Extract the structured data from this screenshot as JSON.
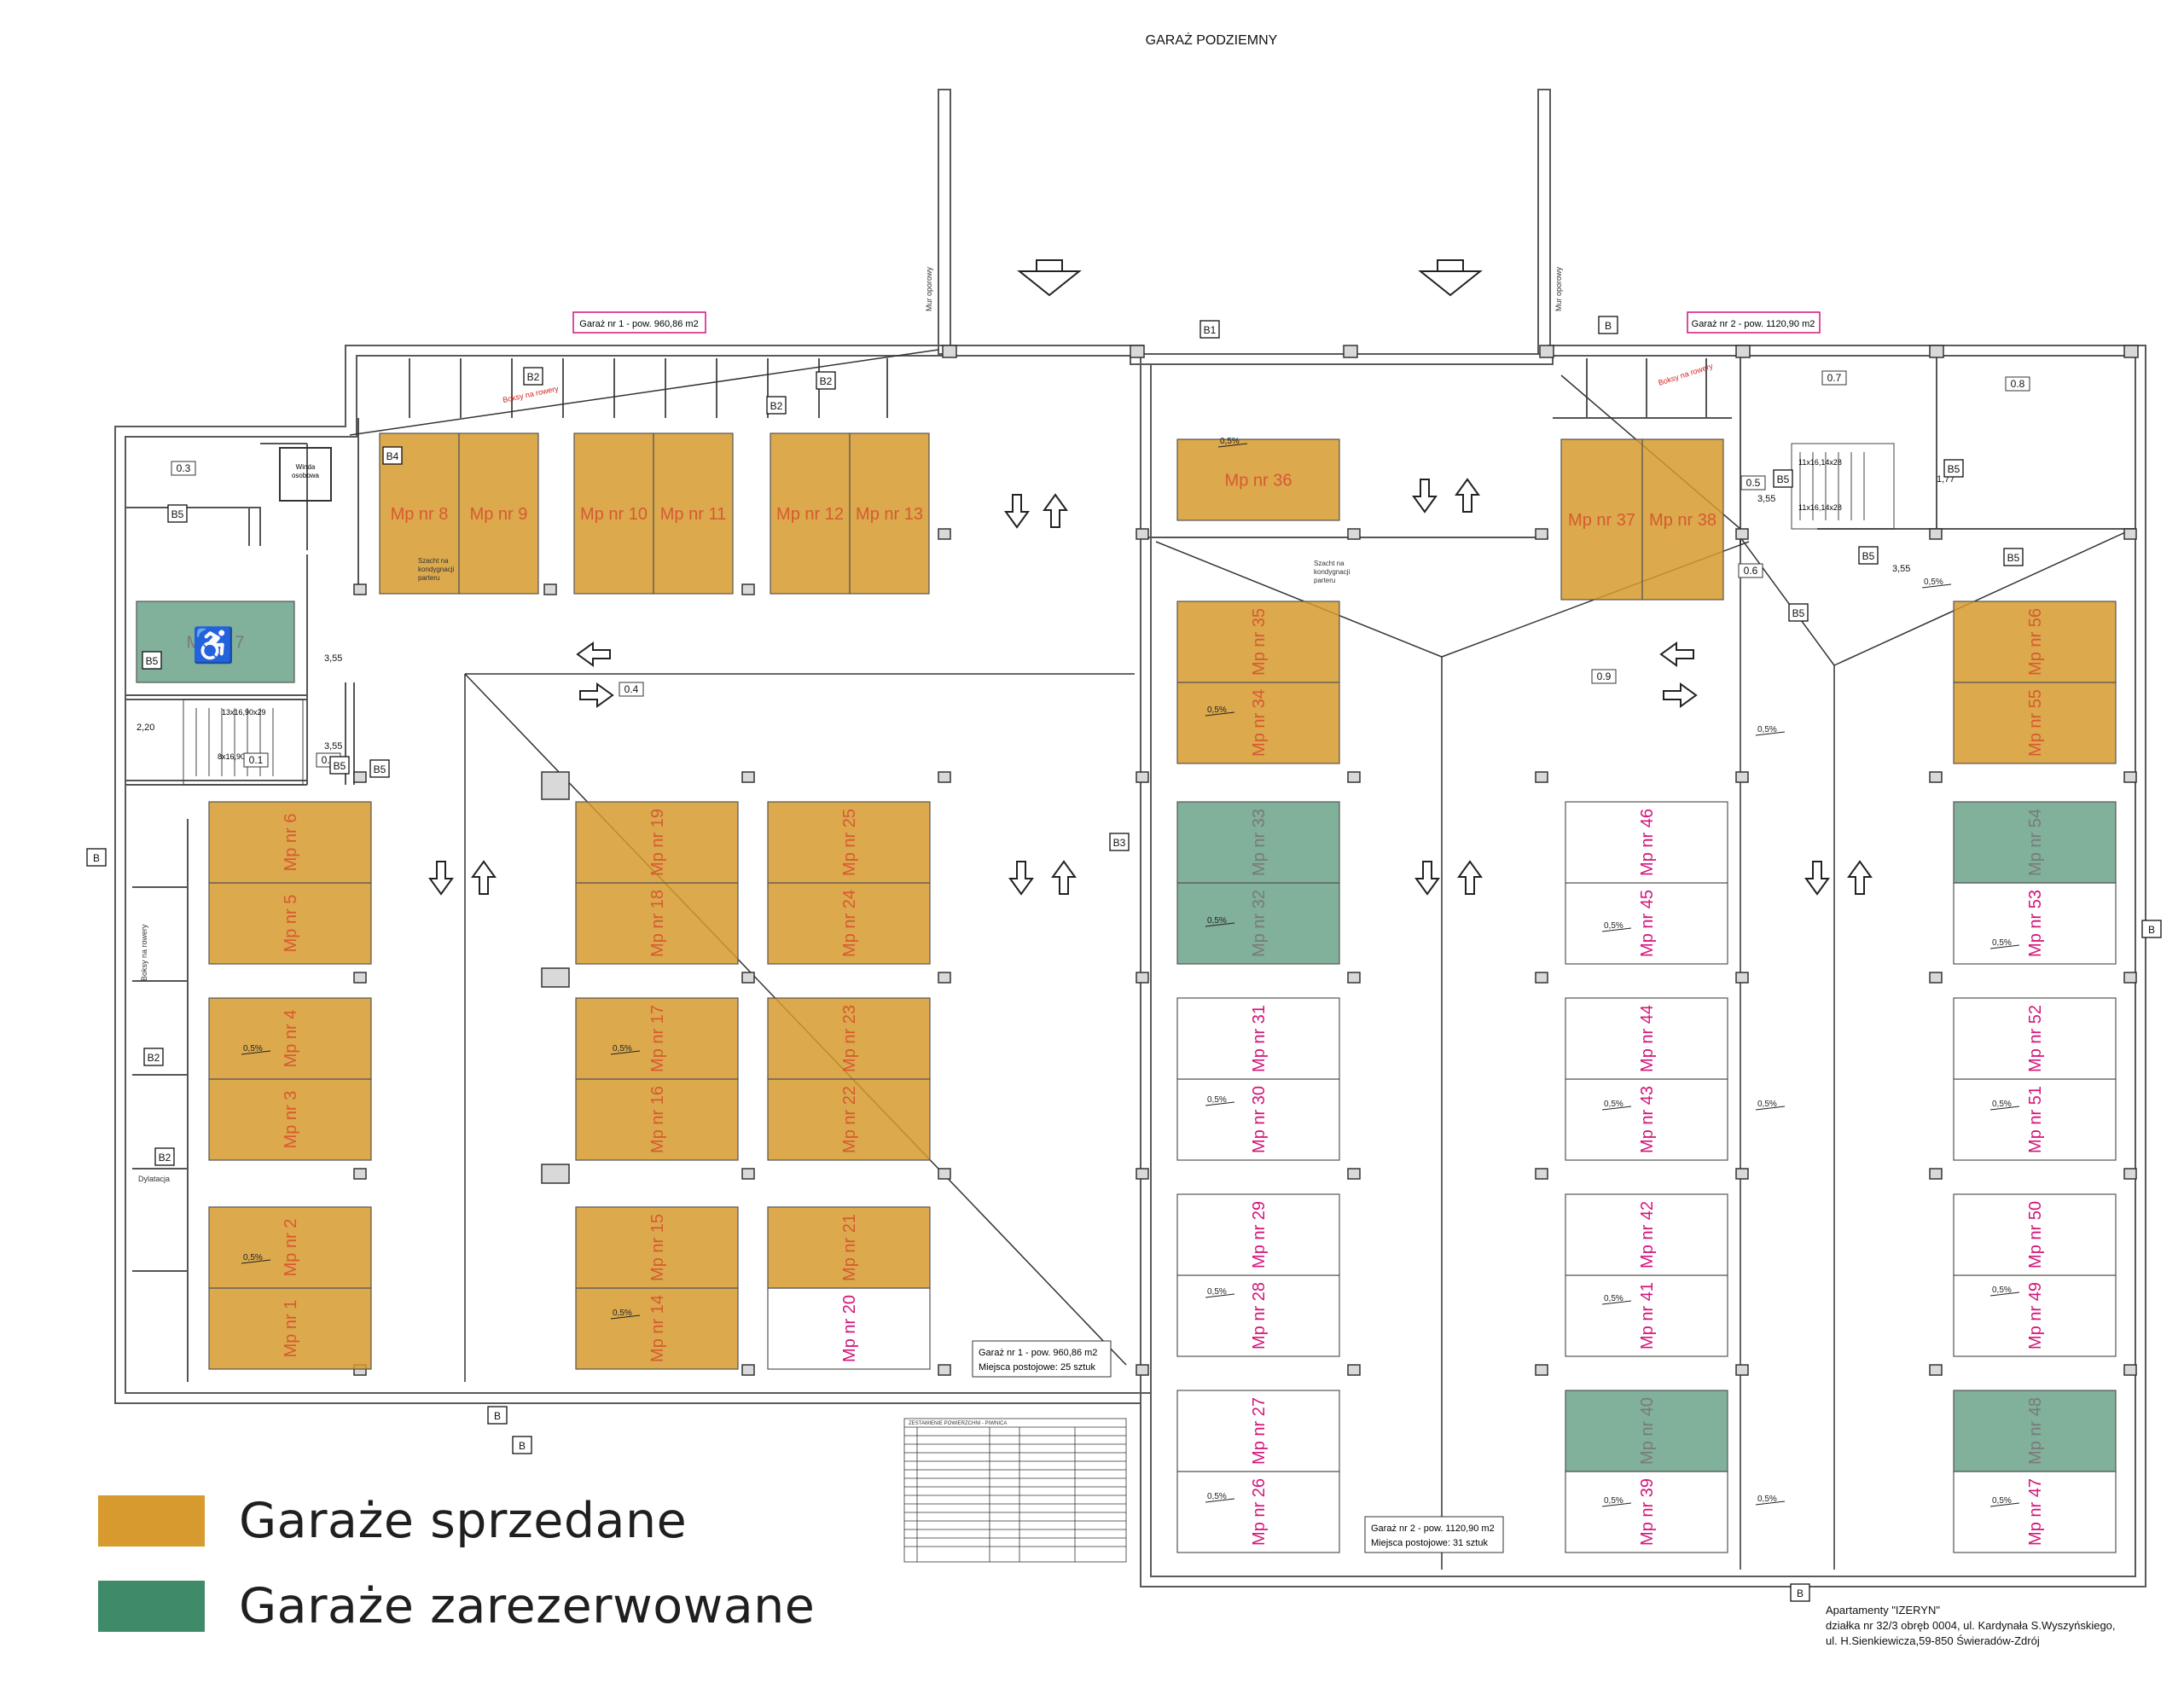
{
  "title": "GARAŻ PODZIEMNY",
  "colors": {
    "sold": "#d69a2e",
    "reserved": "#4b8f70",
    "label_on_white": "#d4147a",
    "label_on_fill": "#d65a32",
    "wall": "#555555",
    "line": "#333333"
  },
  "legend": [
    {
      "label": "Garaże sprzedane",
      "color": "#d69a2e"
    },
    {
      "label": "Garaże zarezerwowane",
      "color": "#3f8a68"
    }
  ],
  "garage_boxes": [
    {
      "text": "Garaż nr 1 - pow. 960,86 m2"
    },
    {
      "text": "Garaż nr 2 - pow. 1120,90 m2"
    }
  ],
  "garage_info": [
    {
      "line1": "Garaż nr 1 - pow. 960,86 m2",
      "line2": "Miejsca postojowe: 25 sztuk"
    },
    {
      "line1": "Garaż nr 2 - pow. 1120,90 m2",
      "line2": "Miejsca postojowe: 31 sztuk"
    }
  ],
  "spots": [
    {
      "label": "Mp nr 1",
      "status": "sold"
    },
    {
      "label": "Mp nr 2",
      "status": "sold"
    },
    {
      "label": "Mp nr 3",
      "status": "sold"
    },
    {
      "label": "Mp nr 4",
      "status": "sold"
    },
    {
      "label": "Mp nr 5",
      "status": "sold"
    },
    {
      "label": "Mp nr 6",
      "status": "sold"
    },
    {
      "label": "Mp nr 7",
      "status": "reserved"
    },
    {
      "label": "Mp nr 8",
      "status": "sold"
    },
    {
      "label": "Mp nr 9",
      "status": "sold"
    },
    {
      "label": "Mp nr 10",
      "status": "sold"
    },
    {
      "label": "Mp nr 11",
      "status": "sold"
    },
    {
      "label": "Mp nr 12",
      "status": "sold"
    },
    {
      "label": "Mp nr 13",
      "status": "sold"
    },
    {
      "label": "Mp nr 14",
      "status": "sold"
    },
    {
      "label": "Mp nr 15",
      "status": "sold"
    },
    {
      "label": "Mp nr 16",
      "status": "sold"
    },
    {
      "label": "Mp nr 17",
      "status": "sold"
    },
    {
      "label": "Mp nr 18",
      "status": "sold"
    },
    {
      "label": "Mp nr 19",
      "status": "sold"
    },
    {
      "label": "Mp nr 20",
      "status": "free"
    },
    {
      "label": "Mp nr 21",
      "status": "sold"
    },
    {
      "label": "Mp nr 22",
      "status": "sold"
    },
    {
      "label": "Mp nr 23",
      "status": "sold"
    },
    {
      "label": "Mp nr 24",
      "status": "sold"
    },
    {
      "label": "Mp nr 25",
      "status": "sold"
    },
    {
      "label": "Mp nr 26",
      "status": "free"
    },
    {
      "label": "Mp nr 27",
      "status": "free"
    },
    {
      "label": "Mp nr 28",
      "status": "free"
    },
    {
      "label": "Mp nr 29",
      "status": "free"
    },
    {
      "label": "Mp nr 30",
      "status": "free"
    },
    {
      "label": "Mp nr 31",
      "status": "free"
    },
    {
      "label": "Mp nr 32",
      "status": "reserved"
    },
    {
      "label": "Mp nr 33",
      "status": "reserved"
    },
    {
      "label": "Mp nr 34",
      "status": "sold"
    },
    {
      "label": "Mp nr 35",
      "status": "sold"
    },
    {
      "label": "Mp nr 36",
      "status": "sold"
    },
    {
      "label": "Mp nr 37",
      "status": "sold"
    },
    {
      "label": "Mp nr 38",
      "status": "sold"
    },
    {
      "label": "Mp nr 39",
      "status": "free"
    },
    {
      "label": "Mp nr 40",
      "status": "reserved"
    },
    {
      "label": "Mp nr 41",
      "status": "free"
    },
    {
      "label": "Mp nr 42",
      "status": "free"
    },
    {
      "label": "Mp nr 43",
      "status": "free"
    },
    {
      "label": "Mp nr 44",
      "status": "free"
    },
    {
      "label": "Mp nr 45",
      "status": "free"
    },
    {
      "label": "Mp nr 46",
      "status": "free"
    },
    {
      "label": "Mp nr 47",
      "status": "free"
    },
    {
      "label": "Mp nr 48",
      "status": "reserved"
    },
    {
      "label": "Mp nr 49",
      "status": "free"
    },
    {
      "label": "Mp nr 50",
      "status": "free"
    },
    {
      "label": "Mp nr 51",
      "status": "free"
    },
    {
      "label": "Mp nr 52",
      "status": "free"
    },
    {
      "label": "Mp nr 53",
      "status": "free"
    },
    {
      "label": "Mp nr 54",
      "status": "reserved"
    },
    {
      "label": "Mp nr 55",
      "status": "sold"
    },
    {
      "label": "Mp nr 56",
      "status": "sold"
    }
  ],
  "room_labels": [
    "0.1",
    "0.2",
    "0.3",
    "0.4",
    "0.5",
    "0.6",
    "0.7",
    "0.8",
    "0.9"
  ],
  "elevator_label": [
    "Winda",
    "osobowa"
  ],
  "shaft_label": [
    "Szacht na",
    "kondygnacji",
    "parteru"
  ],
  "bike_label": "Boksy na rowery",
  "wall_label": "Mur oporowy",
  "slope_label": "0,5%",
  "levels": [
    "3,55",
    "2,20",
    "1,77"
  ],
  "stair_labels": [
    "13x16,90x29",
    "8x16,90 x29",
    "11x16,14x28"
  ],
  "section_marks": [
    "B",
    "B1",
    "B2",
    "B3",
    "B4",
    "B5"
  ],
  "dylatacja": "Dylatacja",
  "table_title": "ZESTAWIENIE POWIERZCHNI - PIWNICA",
  "address": [
    "Apartamenty \"IZERYN\"",
    "działka nr 32/3 obręb 0004, ul. Kardynała S.Wyszyńskiego,",
    "ul. H.Sienkiewicza,59-850 Świeradów-Zdrój"
  ]
}
